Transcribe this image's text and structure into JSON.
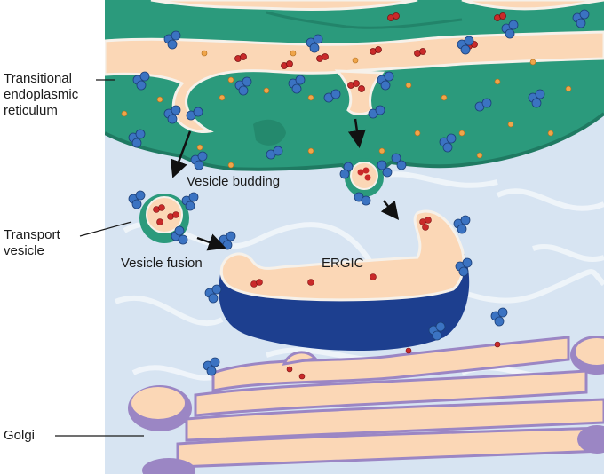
{
  "labels": {
    "transitional_er": [
      "Transitional",
      "endoplasmic",
      "reticulum"
    ],
    "transport_vesicle": [
      "Transport",
      "vesicle"
    ],
    "golgi": "Golgi",
    "vesicle_budding": "Vesicle budding",
    "vesicle_fusion": "Vesicle fusion",
    "ergic": "ERGIC"
  },
  "colors": {
    "cytosol": "#d7e4f2",
    "cytosol_swirl": "#f3f7fb",
    "er_membrane": "#2b9a7c",
    "er_dark": "#1f7a62",
    "lumen": "#fbd7b6",
    "ergic_blue": "#1d3f8f",
    "golgi_edge": "#9b86c4",
    "cargo_red": "#c92a2a",
    "orange_dot": "#f0a54a",
    "coat_blue": "#3b73c2",
    "arrow": "#111111"
  }
}
